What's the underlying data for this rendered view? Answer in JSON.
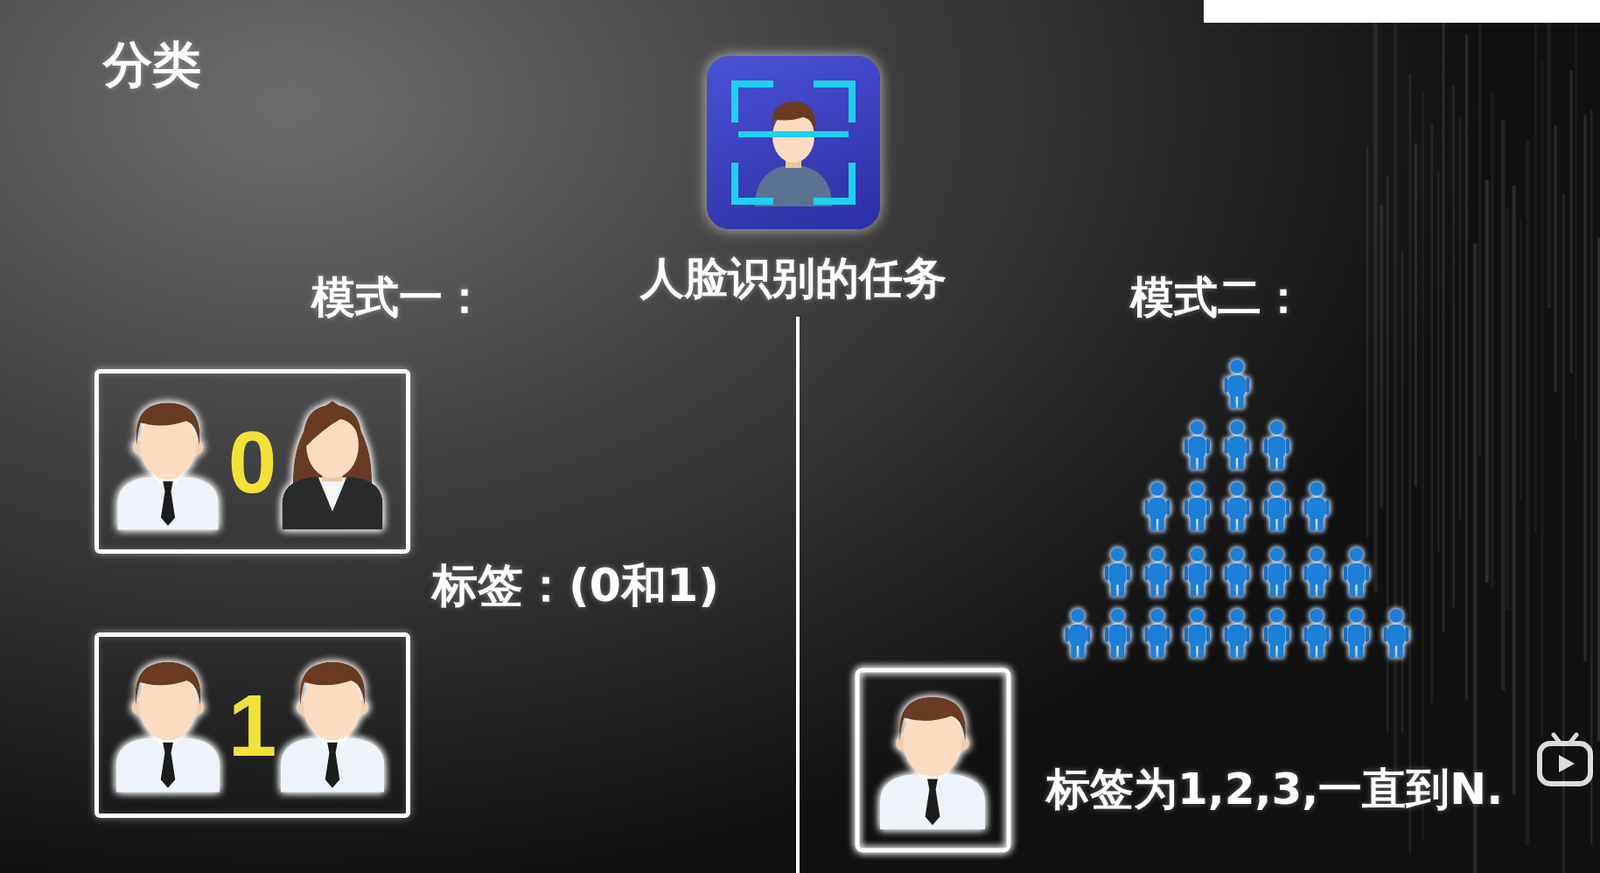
{
  "diagram": {
    "title": "分类",
    "nodes": [
      {
        "text": [
          "人脸识别的任务"
        ]
      },
      {
        "text": [
          "0"
        ]
      },
      {
        "text": [
          "1"
        ]
      }
    ],
    "labels": [
      "模式一：",
      "标签：(0和1)",
      "模式二：",
      "标签为1,2,3,一直到N."
    ]
  }
}
